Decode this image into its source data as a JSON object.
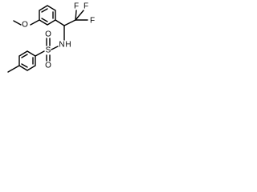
{
  "molecule": {
    "labels": {
      "methoxy_o": "O",
      "fluorine_top_left": "F",
      "fluorine_top_right": "F",
      "fluorine_right": "F",
      "amine_n": "N",
      "amine_h": "H",
      "sulfonyl_s": "S",
      "sulfonyl_o_top": "O",
      "sulfonyl_o_bottom": "O"
    }
  }
}
